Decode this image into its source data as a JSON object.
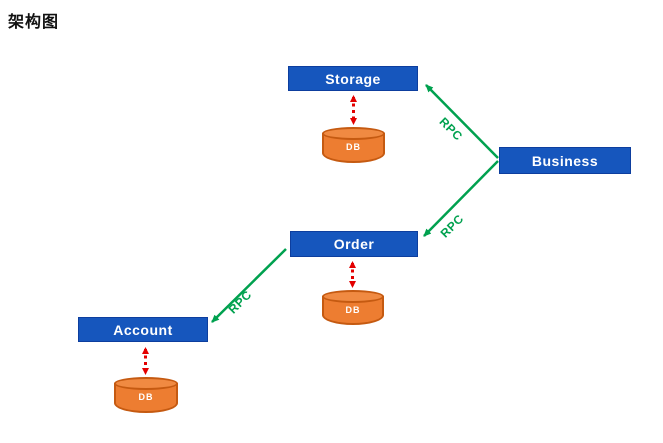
{
  "title": "架构图",
  "colors": {
    "node_blue": "#1656bd",
    "node_border": "#0d3e9e",
    "db_orange": "#ed7d31",
    "db_border": "#c55a11",
    "rpc_green": "#00a14f",
    "arrow_red": "#e30000"
  },
  "nodes": {
    "storage": {
      "label": "Storage"
    },
    "business": {
      "label": "Business"
    },
    "order": {
      "label": "Order"
    },
    "account": {
      "label": "Account"
    },
    "storage_db": {
      "label": "DB"
    },
    "order_db": {
      "label": "DB"
    },
    "account_db": {
      "label": "DB"
    }
  },
  "edges": {
    "business_storage": {
      "label": "RPC"
    },
    "business_order": {
      "label": "RPC"
    },
    "order_account": {
      "label": "RPC"
    }
  }
}
